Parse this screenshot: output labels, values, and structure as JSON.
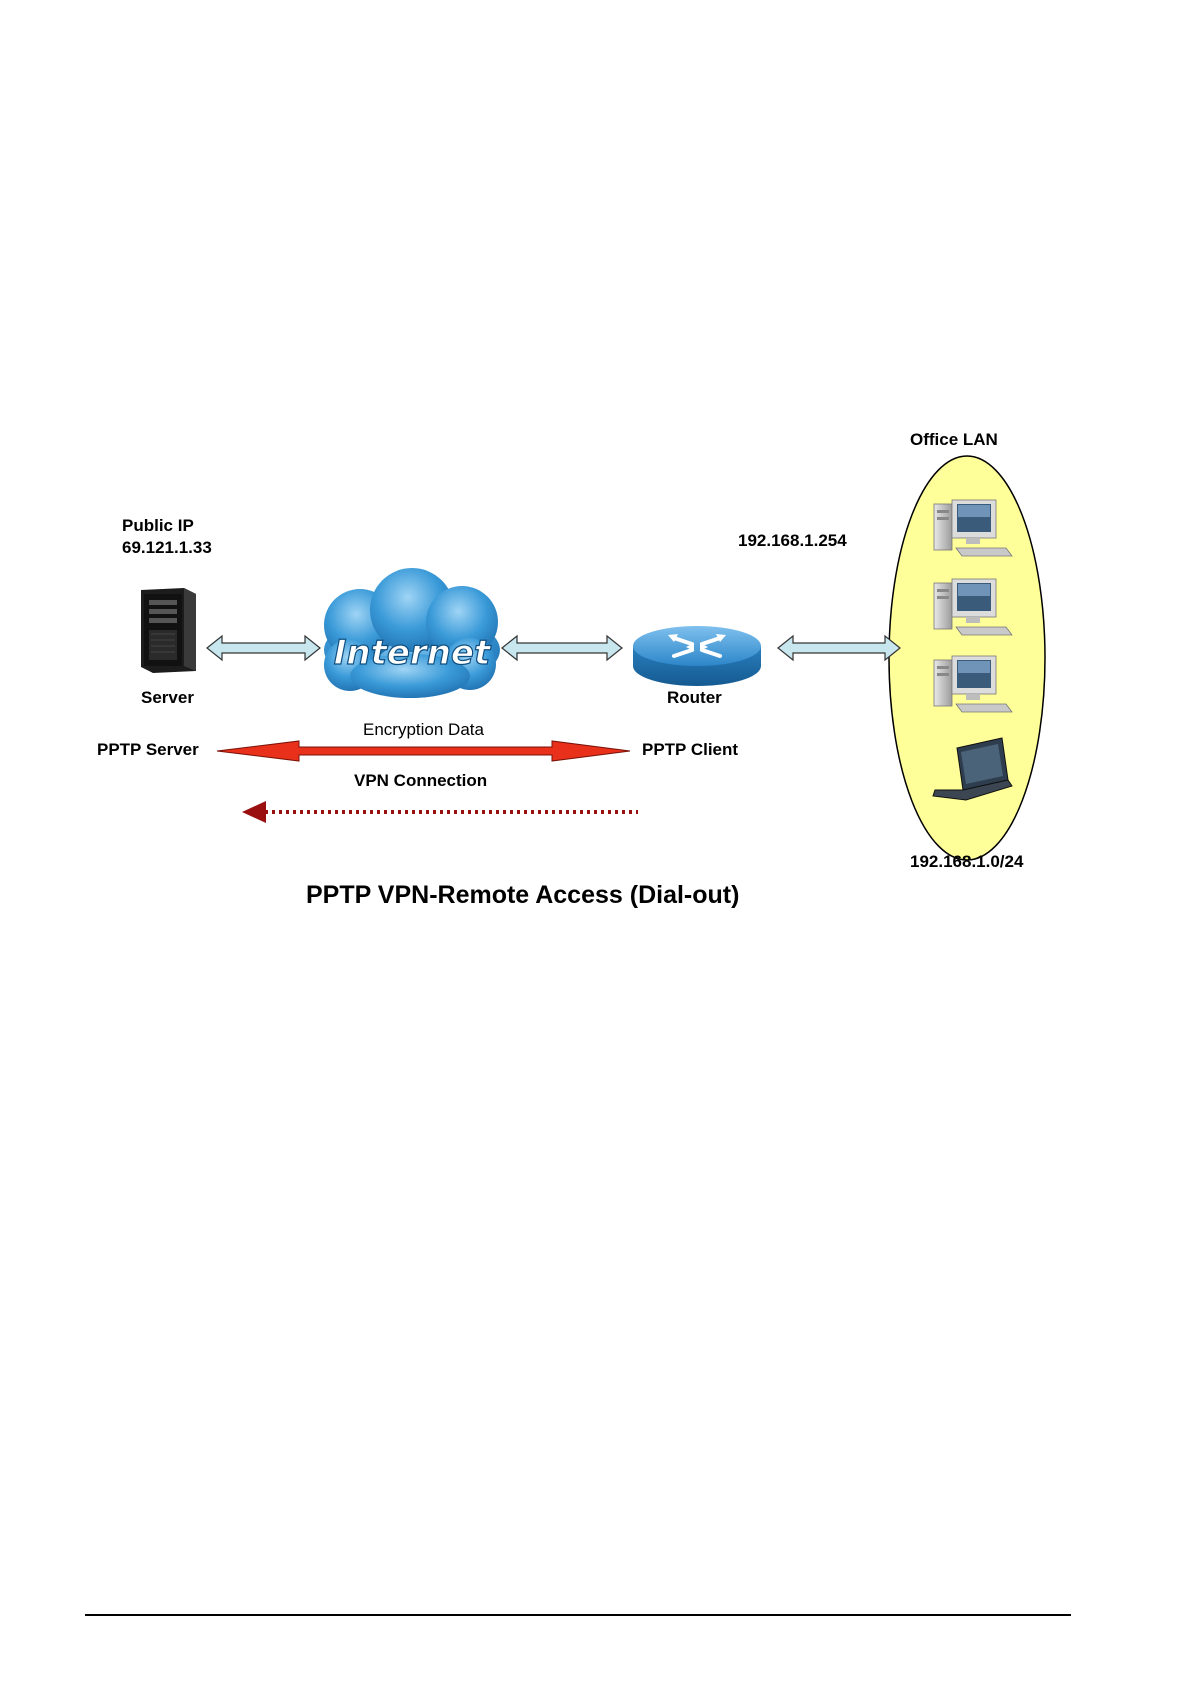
{
  "diagram": {
    "office_lan_label": "Office LAN",
    "public_ip_label": "Public IP",
    "public_ip_value": "69.121.1.33",
    "router_ip": "192.168.1.254",
    "internet_label": "Internet",
    "server_label": "Server",
    "router_label": "Router",
    "encryption_label": "Encryption Data",
    "pptp_server_label": "PPTP Server",
    "pptp_client_label": "PPTP Client",
    "vpn_connection_label": "VPN Connection",
    "lan_subnet": "192.168.1.0/24",
    "caption": "PPTP VPN-Remote Access (Dial-out)"
  },
  "colors": {
    "lan_fill": "#ffff99",
    "link_arrow_fill": "#c8e6ee",
    "cloud_blue": "#2f8fd0",
    "vpn_arrow_red": "#e8301a",
    "dial_arrow_darkred": "#9a1010"
  }
}
